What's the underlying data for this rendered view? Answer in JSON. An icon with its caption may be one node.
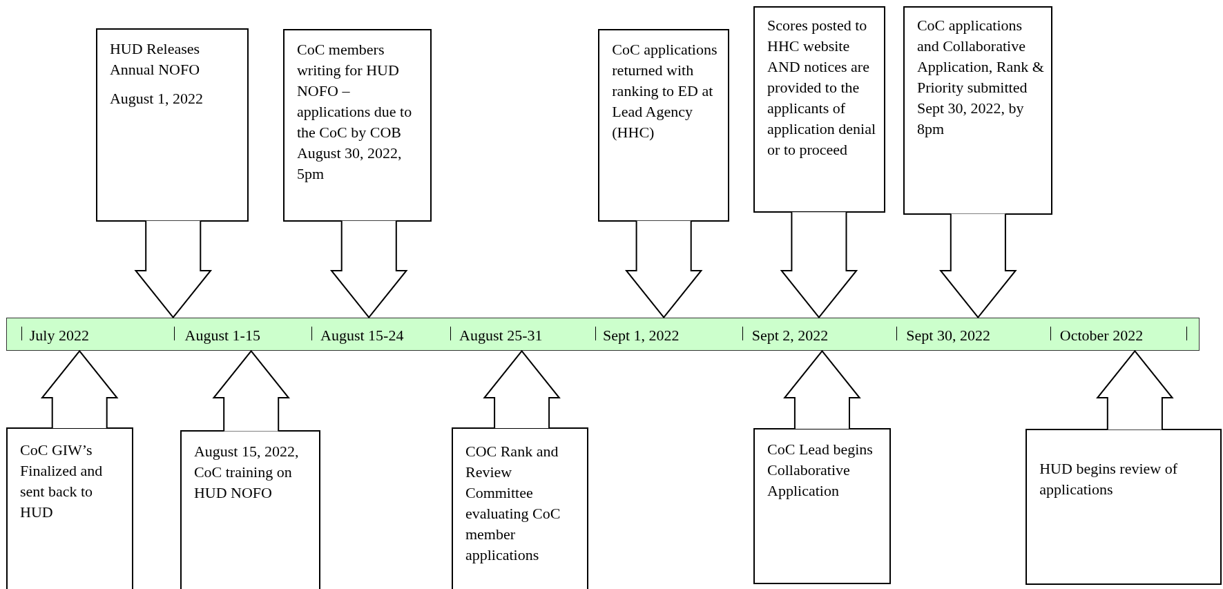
{
  "diagram": {
    "nodes": [
      {
        "text": [
          "HUD Releases Annual NOFO",
          "August 1, 2022"
        ]
      },
      {
        "text": [
          "CoC members writing for HUD NOFO – applications due to the CoC by COB August 30, 2022, 5pm"
        ]
      },
      {
        "text": [
          "CoC applications returned with ranking to ED at Lead Agency (HHC)"
        ]
      },
      {
        "text": [
          "Scores posted to HHC website AND notices are provided to the applicants of application denial or to proceed"
        ]
      },
      {
        "text": [
          "CoC applications and Collaborative Application, Rank & Priority submitted Sept 30, 2022, by 8pm"
        ]
      },
      {
        "text": [
          "July 2022",
          "August 1-15",
          "August 15-24",
          "August 25-31",
          "Sept 1, 2022",
          "Sept 2, 2022",
          "Sept 30, 2022",
          "October 2022"
        ]
      },
      {
        "text": [
          "CoC GIW’s Finalized and sent back to HUD"
        ]
      },
      {
        "text": [
          "August 15, 2022, CoC training on HUD NOFO"
        ]
      },
      {
        "text": [
          "COC Rank and Review Committee evaluating CoC member applications"
        ]
      },
      {
        "text": [
          "CoC Lead begins Collaborative Application"
        ]
      },
      {
        "text": [
          "HUD begins review of applications"
        ]
      }
    ],
    "edges": [
      {
        "from": 0,
        "to": 5,
        "arrow": "to"
      },
      {
        "from": 1,
        "to": 5,
        "arrow": "to"
      },
      {
        "from": 2,
        "to": 5,
        "arrow": "to"
      },
      {
        "from": 3,
        "to": 5,
        "arrow": "to"
      },
      {
        "from": 4,
        "to": 5,
        "arrow": "to"
      },
      {
        "from": 6,
        "to": 5,
        "arrow": "to"
      },
      {
        "from": 7,
        "to": 5,
        "arrow": "to"
      },
      {
        "from": 8,
        "to": 5,
        "arrow": "to"
      },
      {
        "from": 9,
        "to": 5,
        "arrow": "to"
      },
      {
        "from": 10,
        "to": 5,
        "arrow": "to"
      }
    ]
  }
}
